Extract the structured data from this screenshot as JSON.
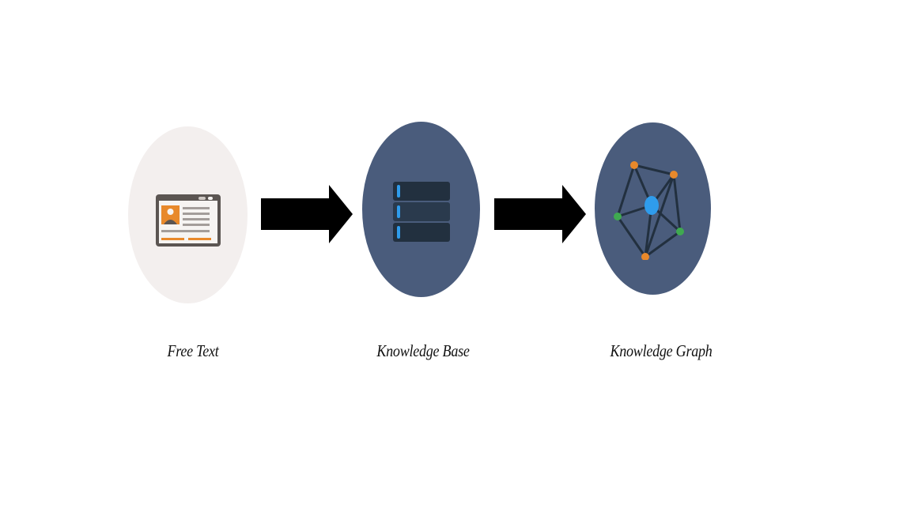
{
  "nodes": [
    {
      "label": "Free Text",
      "icon": "document-icon",
      "fill": "#f3efee"
    },
    {
      "label": "Knowledge Base",
      "icon": "database-icon",
      "fill": "#4a5c7c"
    },
    {
      "label": "Knowledge Graph",
      "icon": "network-graph-icon",
      "fill": "#4a5c7c"
    }
  ],
  "edges": [
    {
      "from": "Free Text",
      "to": "Knowledge Base"
    },
    {
      "from": "Knowledge Base",
      "to": "Knowledge Graph"
    }
  ],
  "colors": {
    "arrow": "#000000",
    "orange": "#e8892b",
    "green": "#3fa950",
    "blue": "#2f9cec",
    "dark": "#22303f"
  }
}
